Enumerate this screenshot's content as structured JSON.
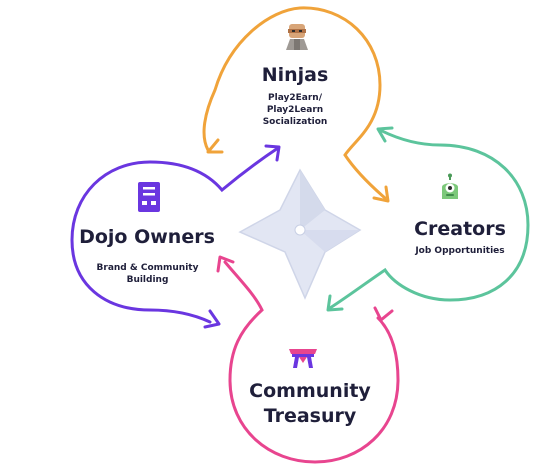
{
  "nodes": {
    "ninjas": {
      "title": "Ninjas",
      "lines": [
        "Play2Earn/",
        "Play2Learn",
        "Socialization"
      ],
      "color": "#f0a33a",
      "icon": "ninja-icon"
    },
    "creators": {
      "title": "Creators",
      "lines": [
        "Job Opportunities"
      ],
      "color": "#5cc49c",
      "icon": "alien-creator-icon"
    },
    "dojo_owners": {
      "title": "Dojo Owners",
      "lines": [
        "Brand & Community",
        "Building"
      ],
      "color": "#6a36e0",
      "icon": "building-icon"
    },
    "community_treasury": {
      "title_lines": [
        "Community",
        "Treasury"
      ],
      "color": "#e8458f",
      "icon": "torii-gate-icon"
    }
  },
  "center": {
    "icon": "shuriken-icon",
    "color": "#e3e7f2"
  }
}
